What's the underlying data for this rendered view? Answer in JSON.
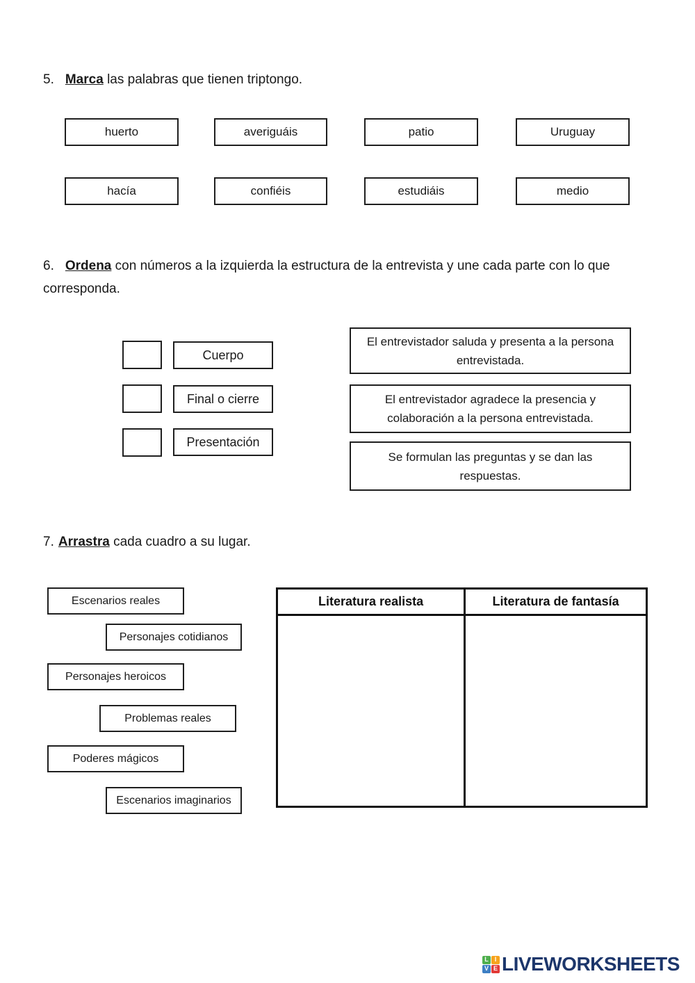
{
  "exercise5": {
    "number": "5.",
    "verb": "Marca",
    "instruction": "las palabras que tienen triptongo.",
    "words": [
      "huerto",
      "averiguáis",
      "patio",
      "Uruguay",
      "hacía",
      "confiéis",
      "estudiáis",
      "medio"
    ]
  },
  "exercise6": {
    "number": "6.",
    "verb": "Ordena",
    "instruction": "con números a la izquierda la estructura de la entrevista y une cada parte con lo que corresponda.",
    "parts": [
      "Cuerpo",
      "Final o cierre",
      "Presentación"
    ],
    "descriptions": [
      "El entrevistador saluda y presenta a la persona entrevistada.",
      "El entrevistador agradece la presencia y colaboración a la persona entrevistada.",
      "Se formulan las preguntas y se dan las respuestas."
    ]
  },
  "exercise7": {
    "number": "7.",
    "verb": "Arrastra",
    "instruction": "cada cuadro a su lugar.",
    "draggables": [
      "Escenarios reales",
      "Personajes cotidianos",
      "Personajes heroicos",
      "Problemas reales",
      "Poderes mágicos",
      "Escenarios imaginarios"
    ],
    "table_columns": [
      "Literatura realista",
      "Literatura de fantasía"
    ]
  },
  "footer": {
    "brand": "LIVEWORKSHEETS",
    "brand_color": "#1c366b",
    "logo_tiles": [
      {
        "letter": "L",
        "color": "#4faf4e"
      },
      {
        "letter": "I",
        "color": "#f7a31c"
      },
      {
        "letter": "V",
        "color": "#3d7fc4"
      },
      {
        "letter": "E",
        "color": "#e23a37"
      }
    ]
  }
}
